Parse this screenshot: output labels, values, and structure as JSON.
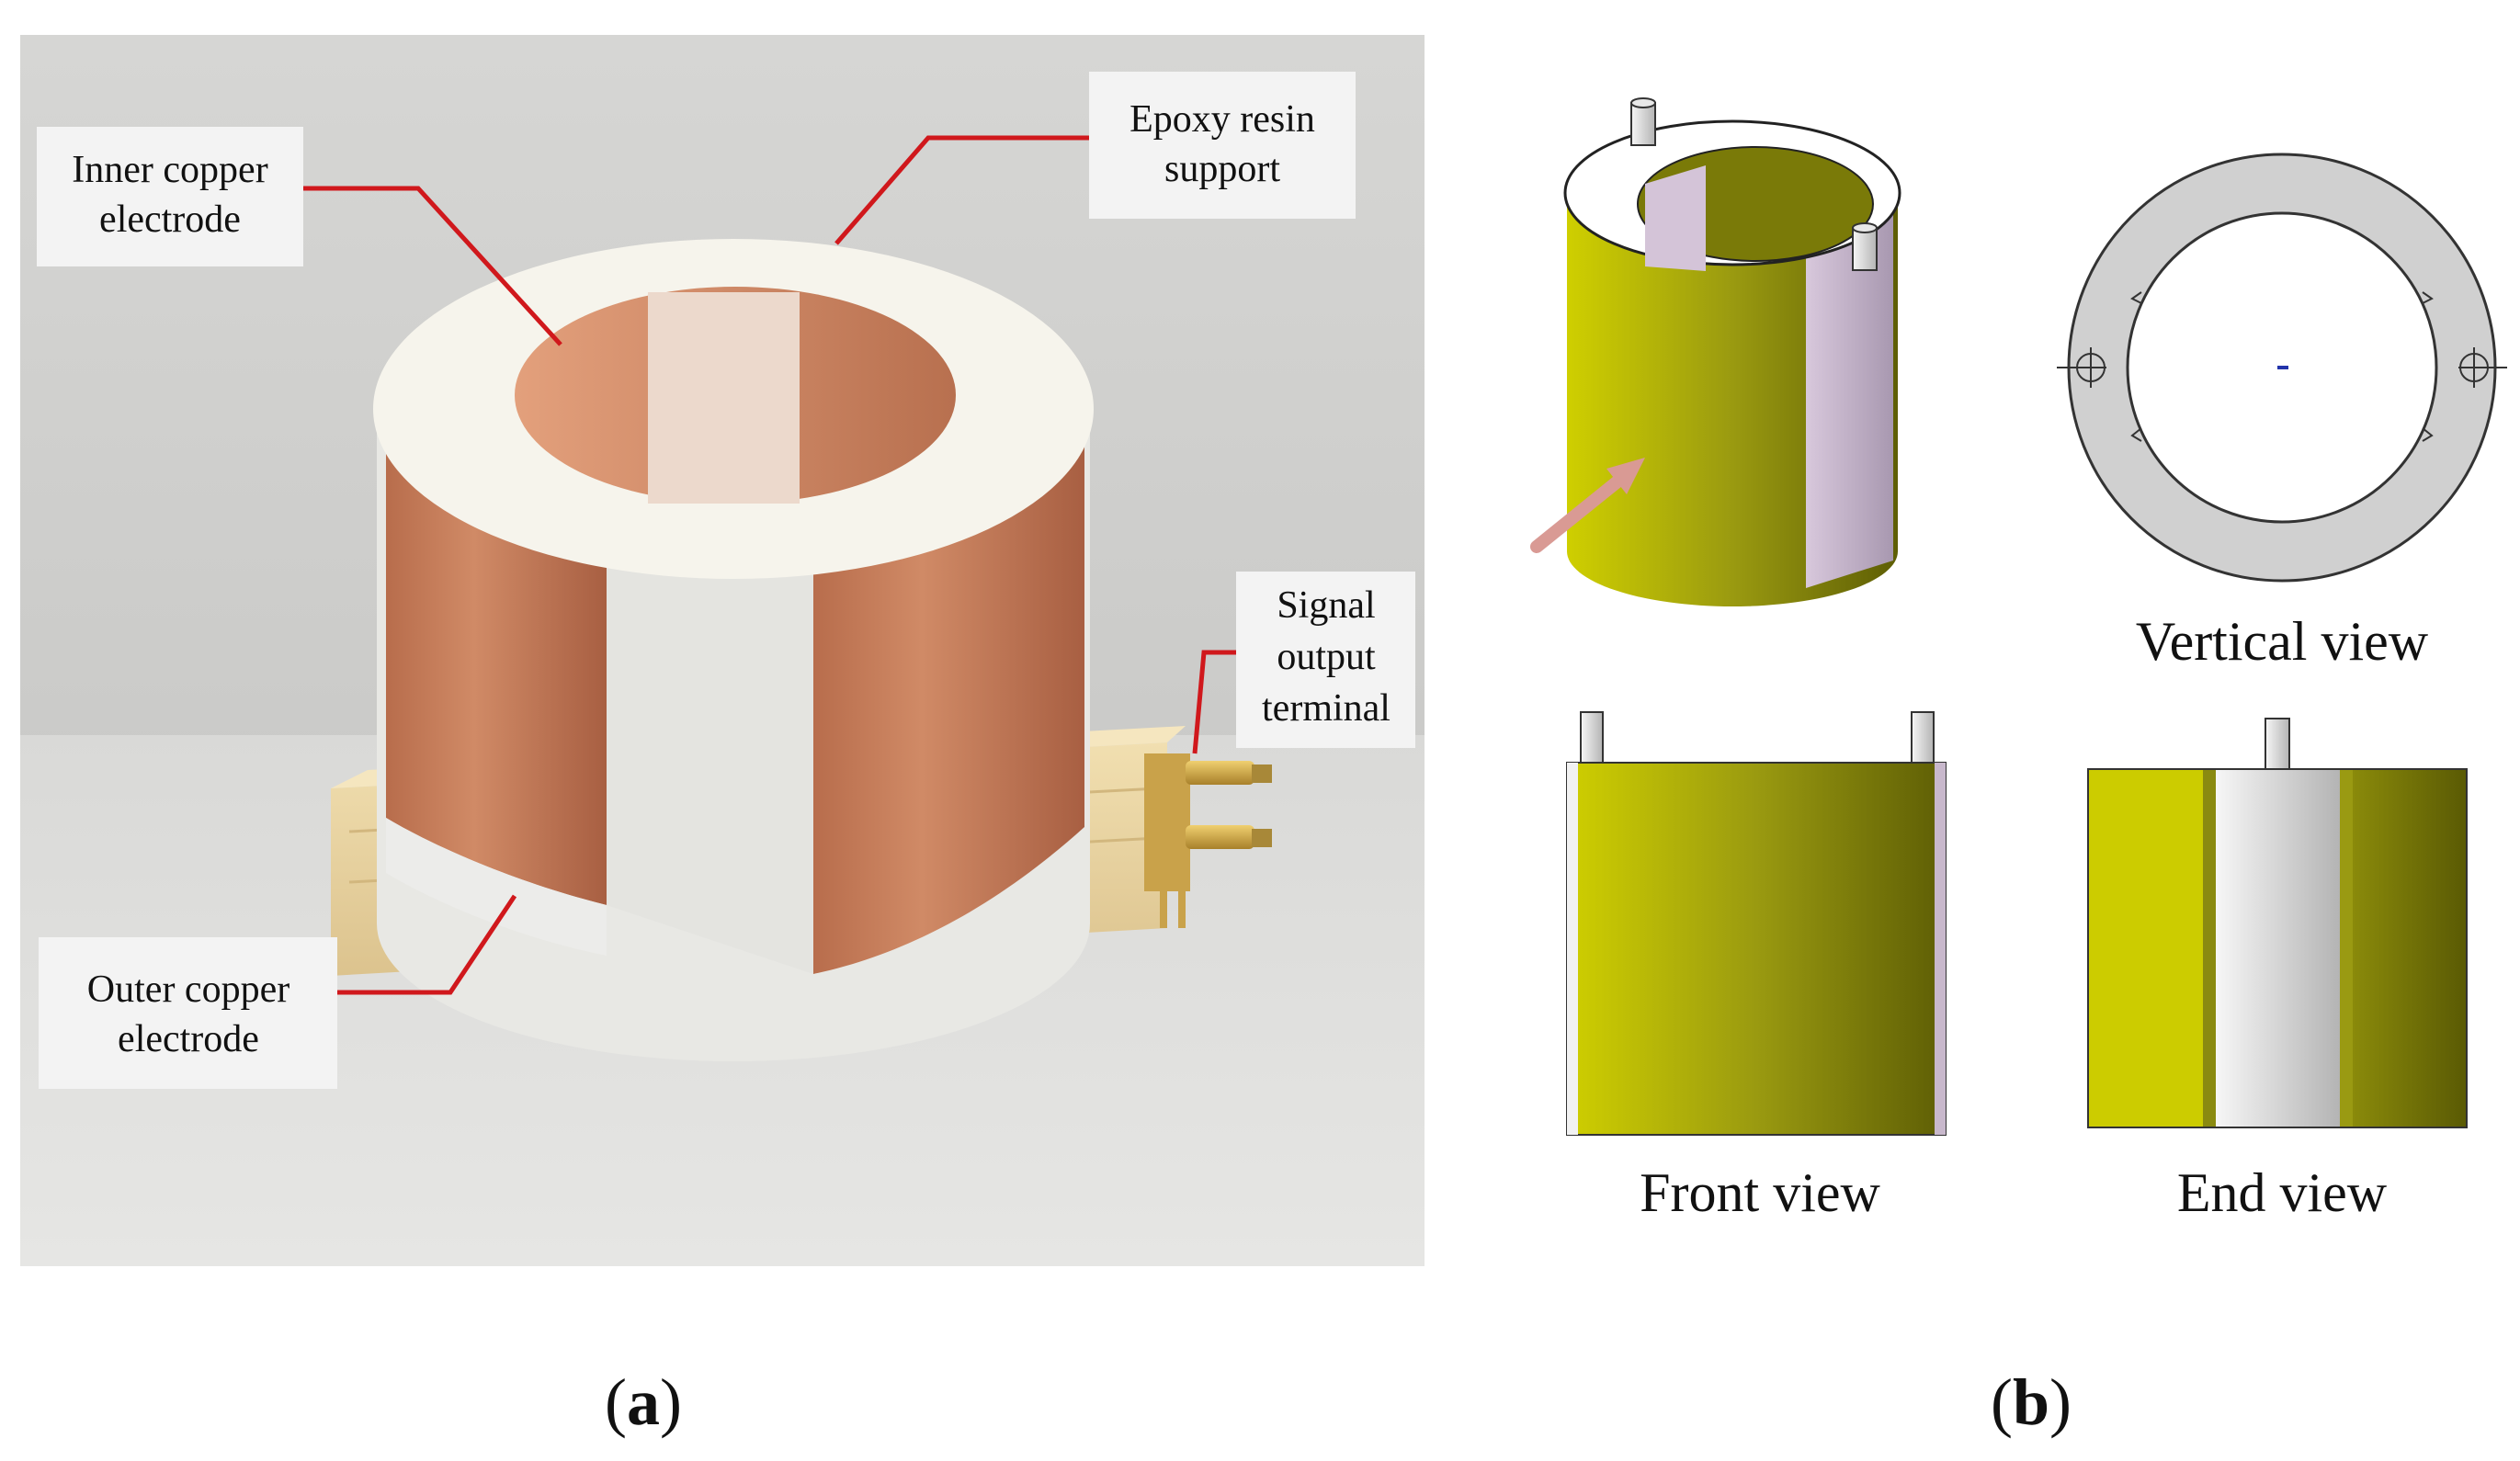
{
  "panel_a": {
    "callouts": {
      "inner": {
        "line1": "Inner copper",
        "line2": "electrode"
      },
      "epoxy": {
        "line1": "Epoxy resin",
        "line2": "support"
      },
      "signal": {
        "line1": "Signal",
        "line2": "output",
        "line3": "terminal"
      },
      "outer": {
        "line1": "Outer copper",
        "line2": "electrode"
      }
    },
    "label": {
      "open": "(",
      "letter": "a",
      "close": ")"
    }
  },
  "panel_b": {
    "views": {
      "vertical": "Vertical view",
      "front": "Front view",
      "end": "End view"
    },
    "label": {
      "open": "(",
      "letter": "b",
      "close": ")"
    }
  },
  "colors": {
    "leader_line": "#d0181c",
    "copper": "#c47a55",
    "olive": "#b8b800",
    "epoxy": "#f4f2ea",
    "background_photo": "#dcdcdc",
    "arrow": "#d99a94"
  }
}
